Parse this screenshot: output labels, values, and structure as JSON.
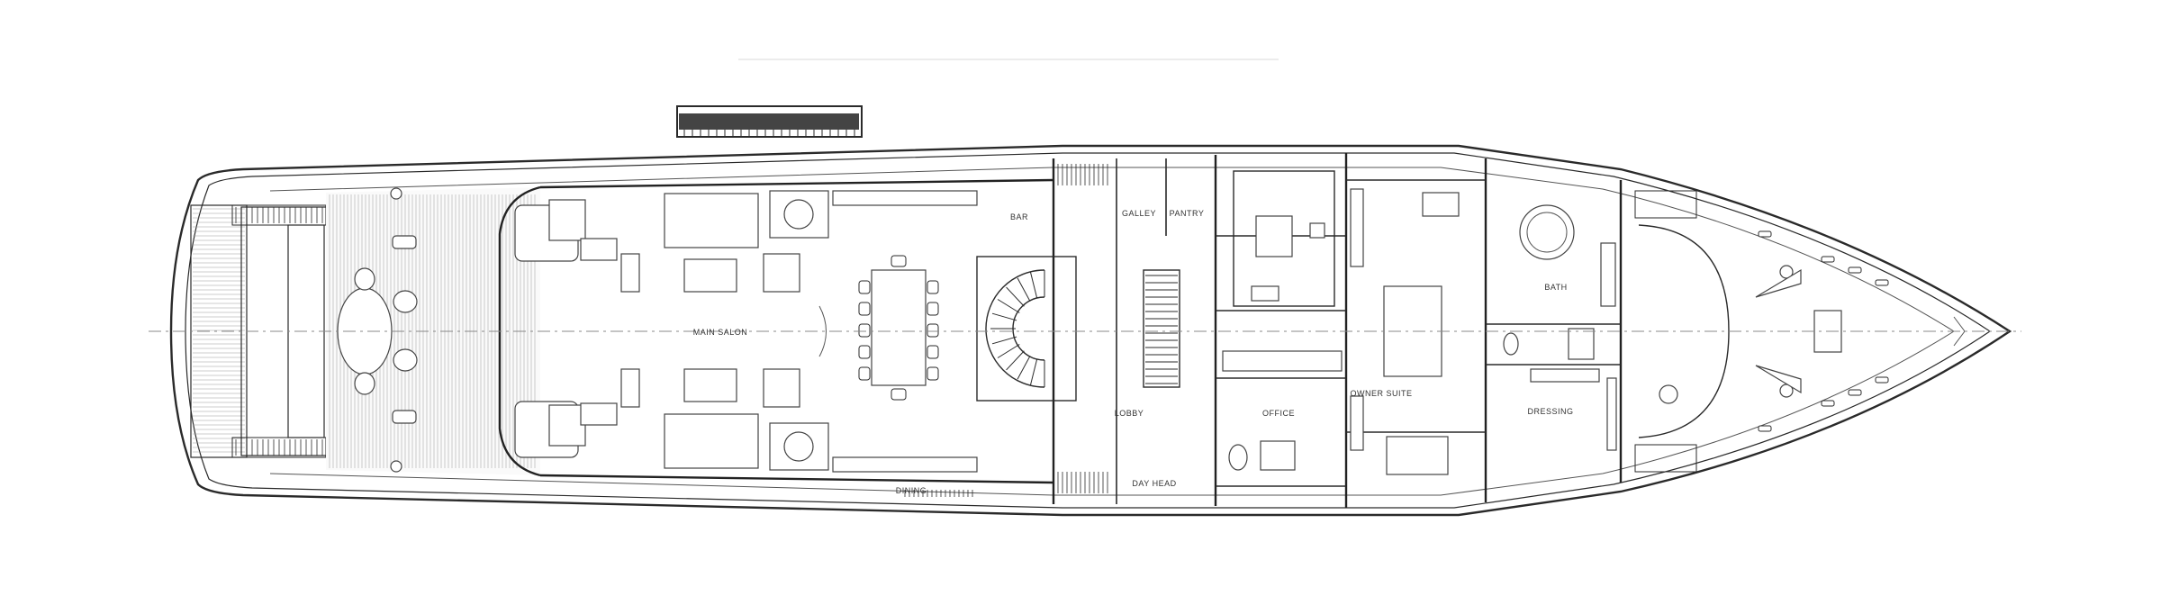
{
  "labels": [
    {
      "key": "upper_salon",
      "text": "MAIN SALON"
    },
    {
      "key": "dining",
      "text": "DINING"
    },
    {
      "key": "bar",
      "text": "BAR"
    },
    {
      "key": "galley",
      "text": "GALLEY"
    },
    {
      "key": "pantry",
      "text": "PANTRY"
    },
    {
      "key": "lobby",
      "text": "LOBBY"
    },
    {
      "key": "office",
      "text": "OFFICE"
    },
    {
      "key": "owner_suite",
      "text": "OWNER SUITE"
    },
    {
      "key": "bath",
      "text": "BATH"
    },
    {
      "key": "dressing",
      "text": "DRESSING"
    },
    {
      "key": "day_head",
      "text": "DAY HEAD"
    }
  ],
  "colors": {
    "line": "#2a2a2a",
    "deck": "#9a9a9a",
    "centerline": "#888888",
    "background": "#ffffff"
  }
}
